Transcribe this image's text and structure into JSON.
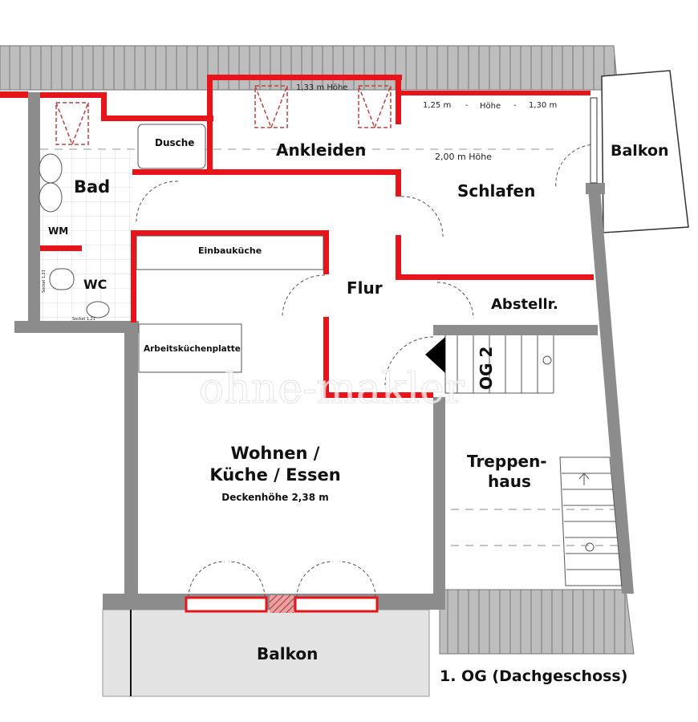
{
  "floor_title": "1. OG (Dachgeschoss)",
  "rooms": {
    "ankleiden": "Ankleiden",
    "schlafen": "Schlafen",
    "balkon_right": "Balkon",
    "bad": "Bad",
    "dusche": "Dusche",
    "wm": "WM",
    "wc": "WC",
    "einbaukueche": "Einbauküche",
    "flur": "Flur",
    "abstellraum": "Abstellr.",
    "arbeitskuechenplatte": "Arbeitsküchenplatte",
    "wohnen_line1": "Wohnen /",
    "wohnen_line2": "Küche / Essen",
    "treppenhaus_line1": "Treppen-",
    "treppenhaus_line2": "haus",
    "balkon_bottom": "Balkon"
  },
  "annotations": {
    "ankleiden_height": "1,33 m Höhe",
    "schlafen_height_left": "1,25 m",
    "schlafen_height_dash1": "-",
    "schlafen_height_mid": "Höhe",
    "schlafen_height_dash2": "-",
    "schlafen_height_right": "1,30 m",
    "full_height": "2,00 m  Höhe",
    "ceiling_height": "Deckenhöhe 2,38 m",
    "sockel_wc": "Sockel 1,21",
    "sockel_wc_bottom": "Sockel 1,21",
    "stair_up": "OG 2"
  },
  "watermark": "ohne-makler",
  "colors": {
    "wall_new": "#e8141a",
    "wall_existing": "#8c8c8c",
    "roof": "#b5b5b5",
    "balcony": "#e3e3e3"
  }
}
